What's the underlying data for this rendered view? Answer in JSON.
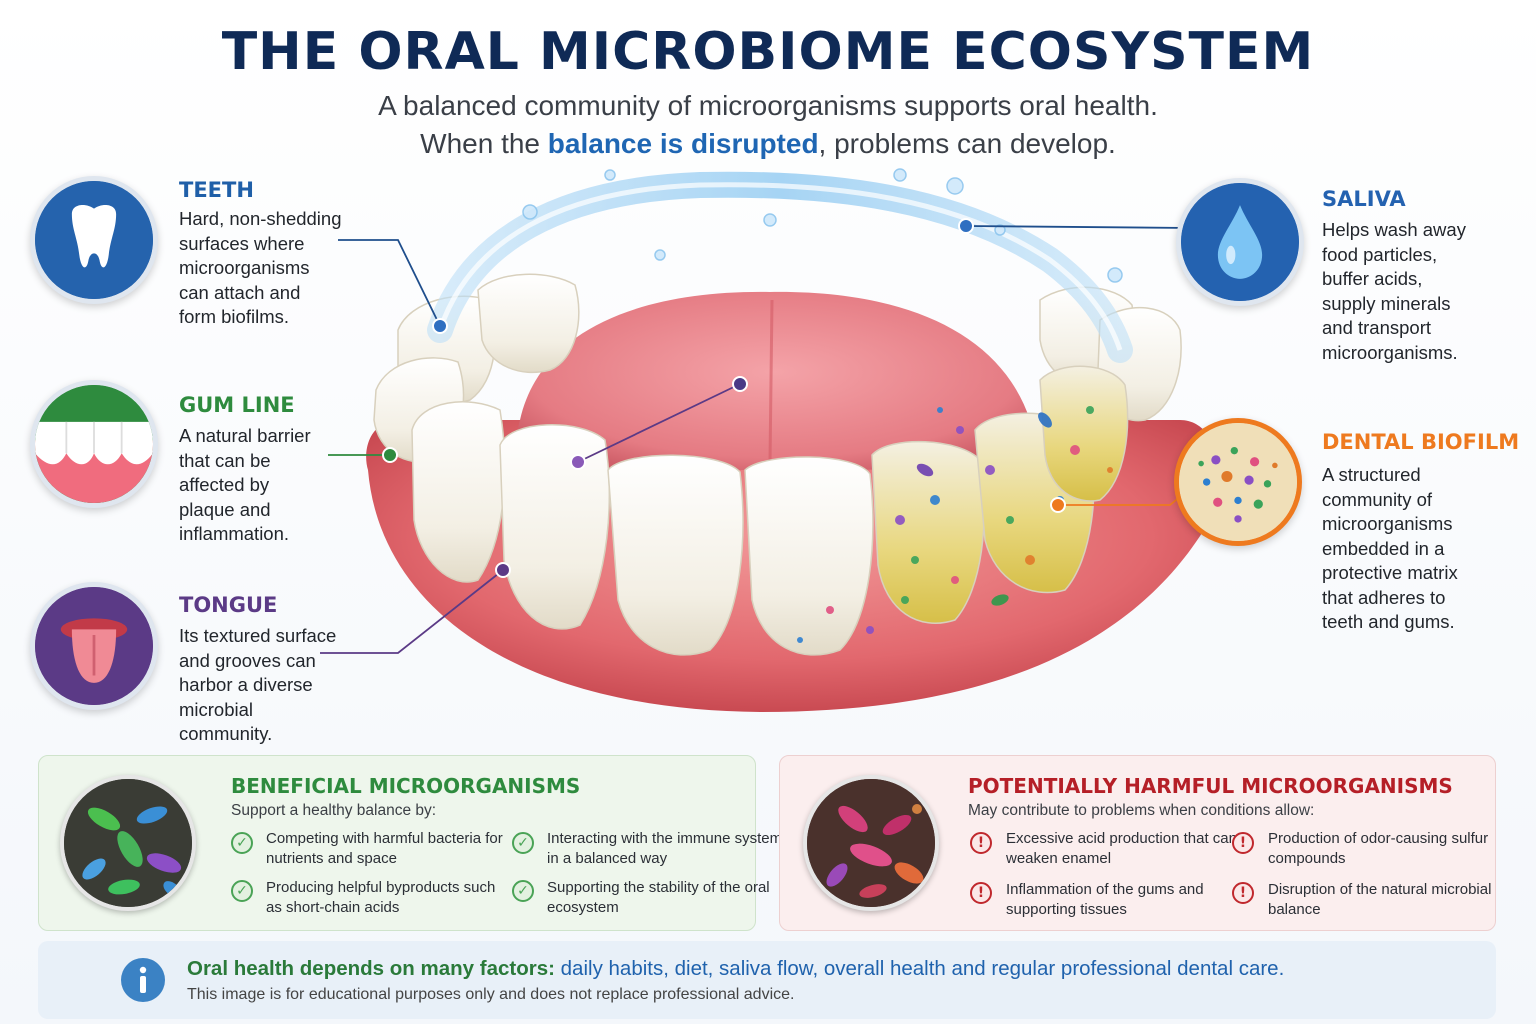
{
  "title": "THE ORAL MICROBIOME ECOSYSTEM",
  "subtitle_line1": "A balanced community of microorganisms supports oral health.",
  "subtitle_line2_before": "When the",
  "subtitle_line2_highlight": "balance is disrupted",
  "subtitle_line2_after": ", problems can develop.",
  "colors": {
    "navy": "#0f2a56",
    "teeth_blue": "#1f5fa8",
    "gum_green": "#2e8b3e",
    "tongue_purple": "#5b3a86",
    "saliva_blue": "#2462b0",
    "biofilm_orange": "#ee7a1f",
    "beneficial_green": "#2e8b3e",
    "harmful_red": "#b51f27"
  },
  "labels": {
    "teeth": {
      "title": "TEETH",
      "icon": "tooth-icon",
      "lines": [
        "Hard, non-shedding",
        "surfaces where",
        "microorganisms",
        "can attach and",
        "form biofilms."
      ]
    },
    "gum_line": {
      "title": "GUM LINE",
      "icon": "gum-icon",
      "lines": [
        "A natural barrier",
        "that can be",
        "affected by",
        "plaque and",
        "inflammation."
      ]
    },
    "tongue": {
      "title": "TONGUE",
      "icon": "tongue-icon",
      "lines": [
        "Its textured surface",
        "and grooves can",
        "harbor a diverse",
        "microbial",
        "community."
      ]
    },
    "saliva": {
      "title": "SALIVA",
      "icon": "water-drop-icon",
      "lines": [
        "Helps wash away",
        "food particles,",
        "buffer acids,",
        "supply minerals",
        "and transport",
        "microorganisms."
      ]
    },
    "biofilm": {
      "title": "DENTAL BIOFILM",
      "icon": "biofilm-icon",
      "lines": [
        "A structured",
        "community of",
        "microorganisms",
        "embedded in a",
        "protective matrix",
        "that adheres to",
        "teeth and gums."
      ]
    }
  },
  "beneficial": {
    "title": "BENEFICIAL MICROORGANISMS",
    "subtitle": "Support a healthy balance by:",
    "items": [
      "Competing with harmful bacteria for nutrients and space",
      "Interacting with the immune system in a balanced way",
      "Producing helpful byproducts such as short-chain acids",
      "Supporting the stability of the oral ecosystem"
    ]
  },
  "harmful": {
    "title": "POTENTIALLY HARMFUL MICROORGANISMS",
    "subtitle": "May contribute to problems when conditions allow:",
    "items": [
      "Excessive acid production that can weaken enamel",
      "Production of odor-causing sulfur compounds",
      "Inflammation of the gums and supporting tissues",
      "Disruption of the natural microbial balance"
    ]
  },
  "footer": {
    "main_green": "Oral health depends on many factors:",
    "main_blue": "daily habits, diet, saliva flow, overall health and regular professional dental care.",
    "note": "This image is for educational purposes only and does not replace professional advice."
  }
}
